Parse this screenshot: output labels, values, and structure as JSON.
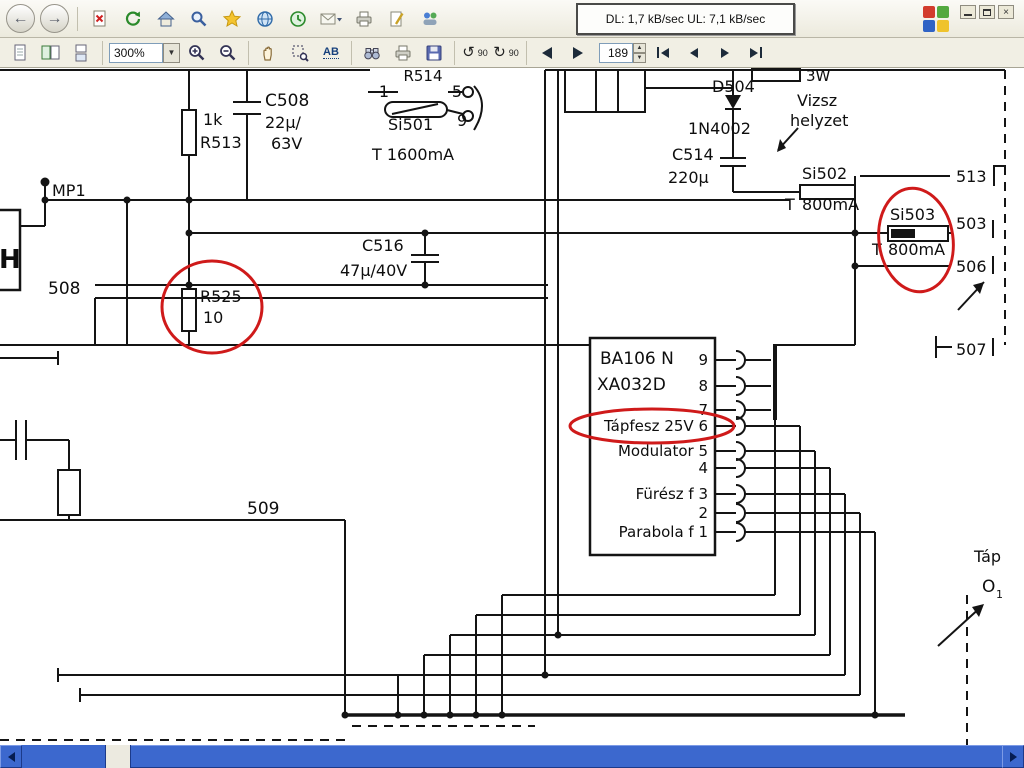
{
  "overlay": {
    "speed": "DL: 1,7 kB/sec  UL: 7,1 kB/sec"
  },
  "icons": {
    "back": "←",
    "forward": "→",
    "dropdown": "▼",
    "spin_up": "▲",
    "spin_down": "▼",
    "rotate_left": "↺",
    "rotate_right": "↻",
    "close": "×"
  },
  "doc_toolbar": {
    "zoom": "300%",
    "text_select": "AB",
    "rotate_left": "90",
    "rotate_right": "90",
    "page": "189"
  },
  "schematic": {
    "r514_pin1": "1",
    "r514": "R514",
    "r514_pin5": "5",
    "c508": "C508",
    "c508_v1": "22μ/",
    "c508_v2": "63V",
    "si501": "Si501",
    "si501_pin": "9",
    "si501_rating": "T 1600mA",
    "r513_val": "1k",
    "r513": "R513",
    "mp1": "MP1",
    "h_box": "H",
    "w508": "508",
    "d504": "D504",
    "d504_type": "1N4002",
    "w3": "3W",
    "vizsz_1": "Vizsz",
    "vizsz_2": "helyzet",
    "c514": "C514",
    "c514_val": "220μ",
    "si502": "Si502",
    "si502_t": "T",
    "si502_rating": "800mA",
    "si503": "Si503",
    "si503_t": "T",
    "si503_rating": "800mA",
    "t513": "513",
    "t503": "503",
    "t506": "506",
    "t507": "507",
    "c516": "C516",
    "c516_val": "47μ/40V",
    "r525": "R525",
    "r525_val": "10",
    "w509": "509",
    "ic": {
      "name1": "BA106 N",
      "name2": "XA032D",
      "pins": [
        "9",
        "8",
        "7",
        "Tápfesz 25V 6",
        "Modulator 5",
        "4",
        "Fürész f 3",
        "2",
        "Parabola f 1"
      ]
    },
    "tap": "Táp",
    "tap_o": "O",
    "tap_sub": "1"
  }
}
